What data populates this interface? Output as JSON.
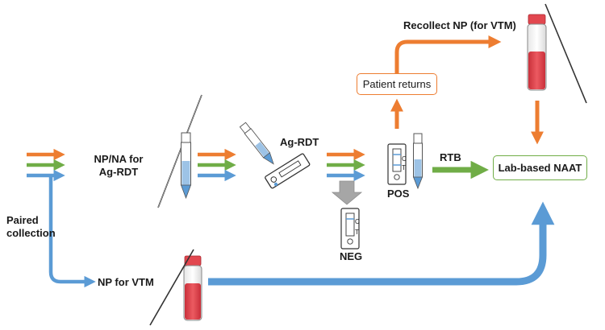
{
  "labels": {
    "np_na_for_ag_rdt_line1": "NP/NA for",
    "np_na_for_ag_rdt_line2": "Ag-RDT",
    "ag_rdt": "Ag-RDT",
    "pos": "POS",
    "neg": "NEG",
    "rtb": "RTB",
    "recollect": "Recollect NP (for VTM)",
    "patient_returns": "Patient returns",
    "lab_naat": "Lab-based NAAT",
    "paired_line1": "Paired",
    "paired_line2": "collection",
    "np_for_vtm": "NP for VTM"
  },
  "test_strip_marks": {
    "control": "C",
    "test": "T"
  },
  "colors": {
    "orange": "#ED7D31",
    "green": "#70AD47",
    "blue": "#5B9BD5",
    "gray": "#A6A6A6",
    "tube_red": "#E2474F",
    "text": "#1a1a1a"
  }
}
